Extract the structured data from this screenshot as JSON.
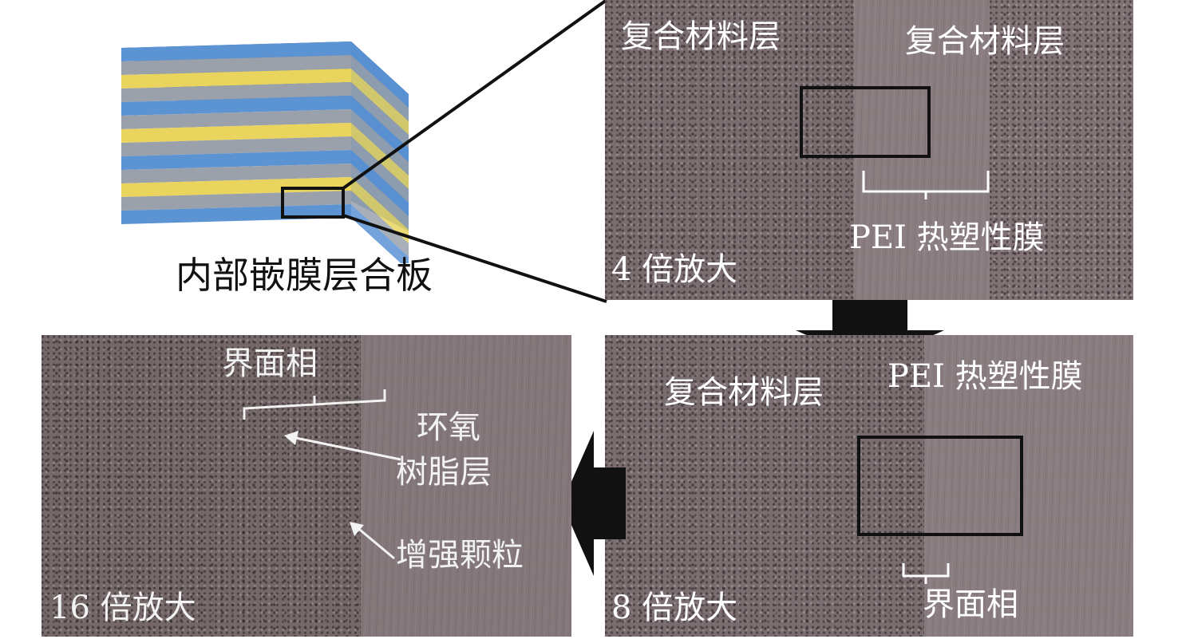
{
  "laminate": {
    "caption": "内部嵌膜层合板"
  },
  "panel_4x": {
    "label_left": "复合材料层",
    "label_right": "复合材料层",
    "label_film": "PEI 热塑性膜",
    "magnification": "4 倍放大"
  },
  "panel_8x": {
    "label_composite": "复合材料层",
    "label_film": "PEI 热塑性膜",
    "label_interface": "界面相",
    "magnification": "8 倍放大"
  },
  "panel_16x": {
    "label_interface": "界面相",
    "label_epoxy": "环氧\n树脂层",
    "label_epoxy_line1": "环氧",
    "label_epoxy_line2": "树脂层",
    "label_particles": "增强颗粒",
    "magnification": "16 倍放大"
  },
  "colors": {
    "layer_blue": "#5b93d3",
    "layer_yellow": "#e9d45e",
    "layer_gray": "#9aa1ab",
    "micrograph": "#7a6d6f"
  }
}
